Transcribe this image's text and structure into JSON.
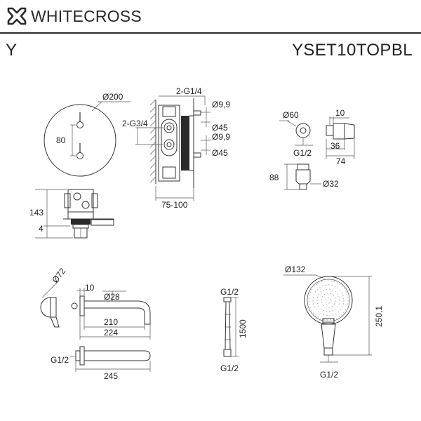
{
  "header": {
    "brand": "WHITECROSS",
    "logo_icon": "cross-x-logo-icon",
    "series": "Y",
    "model": "YSET10TOPBL"
  },
  "mixer": {
    "front_diameter": "Ø200",
    "knob_spacing": "80",
    "side_height": "143",
    "plate_thickness": "4",
    "inlet_label": "2-G3/4",
    "outlet_label": "2-G1/4",
    "port_diameter_top": "Ø9,9",
    "port_spacing_top": "Ø45",
    "port_diameter_bottom": "Ø9,9",
    "port_spacing_bottom": "Ø45",
    "depth_range": "75-100"
  },
  "holder": {
    "flange_diameter": "Ø60",
    "offset": "10",
    "thread": "G1/2",
    "width": "36",
    "length": "74",
    "height": "88",
    "diameter": "Ø32"
  },
  "spout": {
    "flange_diameter": "Ø72",
    "offset": "10",
    "pipe_diameter": "Ø28",
    "length_inner": "210",
    "length_total": "224",
    "thread": "G1/2",
    "length_with_thread": "245"
  },
  "hose": {
    "thread_top": "G1/2",
    "length": "1500",
    "thread_bottom": "G1/2"
  },
  "hand_shower": {
    "head_diameter": "Ø132",
    "length": "250,1",
    "thread": "G1/2"
  }
}
